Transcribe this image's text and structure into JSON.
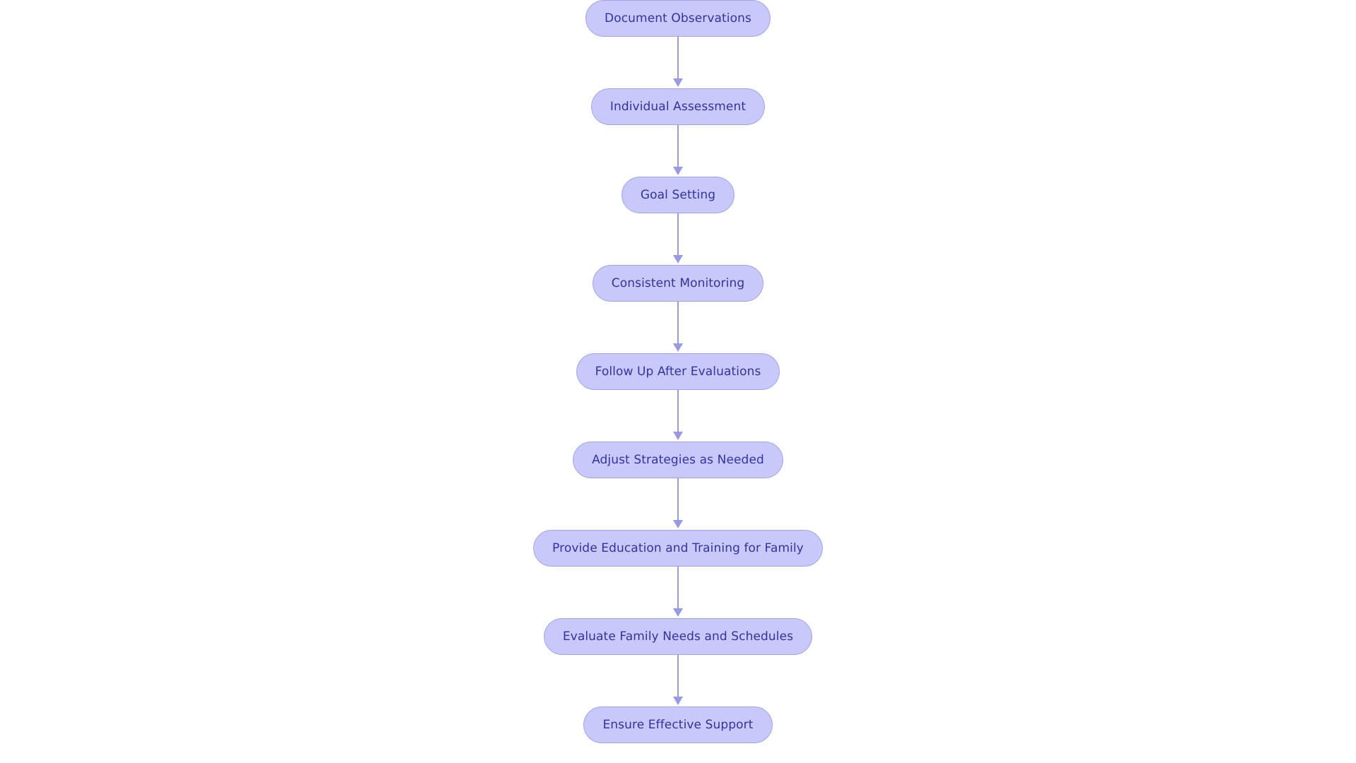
{
  "diagram": {
    "type": "flowchart",
    "orientation": "top-to-bottom",
    "background_color": "#ffffff",
    "node_fill_color": "#c8c8fa",
    "node_border_color": "#a3a3e8",
    "node_text_color": "#33339f",
    "connector_color": "#9a9ae2",
    "node_count": 9,
    "edge_count": 8,
    "nodes": [
      {
        "id": "document-observations",
        "label": "Document Observations"
      },
      {
        "id": "individual-assessment",
        "label": "Individual Assessment"
      },
      {
        "id": "goal-setting",
        "label": "Goal Setting"
      },
      {
        "id": "consistent-monitoring",
        "label": "Consistent Monitoring"
      },
      {
        "id": "follow-up-after-evaluations",
        "label": "Follow Up After Evaluations"
      },
      {
        "id": "adjust-strategies-as-needed",
        "label": "Adjust Strategies as Needed"
      },
      {
        "id": "provide-education-and-training-for-family",
        "label": "Provide Education and Training for Family"
      },
      {
        "id": "evaluate-family-needs-and-schedules",
        "label": "Evaluate Family Needs and Schedules"
      },
      {
        "id": "ensure-effective-support",
        "label": "Ensure Effective Support"
      }
    ],
    "edges": [
      {
        "from": "document-observations",
        "to": "individual-assessment",
        "label": ""
      },
      {
        "from": "individual-assessment",
        "to": "goal-setting",
        "label": ""
      },
      {
        "from": "goal-setting",
        "to": "consistent-monitoring",
        "label": ""
      },
      {
        "from": "consistent-monitoring",
        "to": "follow-up-after-evaluations",
        "label": ""
      },
      {
        "from": "follow-up-after-evaluations",
        "to": "adjust-strategies-as-needed",
        "label": ""
      },
      {
        "from": "adjust-strategies-as-needed",
        "to": "provide-education-and-training-for-family",
        "label": ""
      },
      {
        "from": "provide-education-and-training-for-family",
        "to": "evaluate-family-needs-and-schedules",
        "label": ""
      },
      {
        "from": "evaluate-family-needs-and-schedules",
        "to": "ensure-effective-support",
        "label": ""
      }
    ]
  }
}
